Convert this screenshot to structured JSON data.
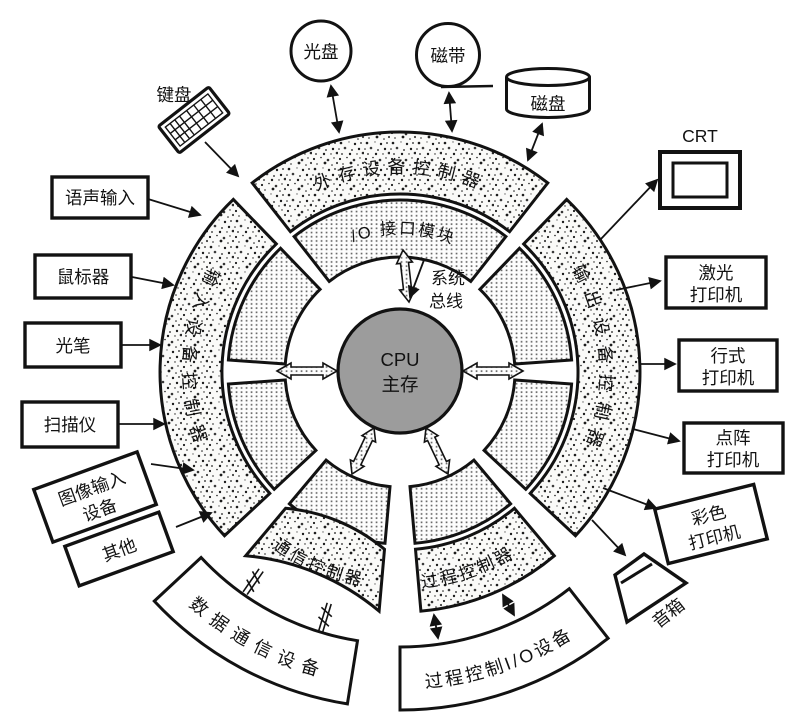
{
  "center": {
    "line1": "CPU",
    "line2": "主存"
  },
  "bus_label": {
    "line1": "系统",
    "line2": "总线"
  },
  "rings": {
    "io": "I/O 接口模块",
    "storage": "外存设备控制器",
    "input": "输入设备控制器",
    "output": "输出设备控制器",
    "comm": "通信控制器",
    "process": "过程控制器"
  },
  "outer_bands": {
    "datacomm": "数据通信设备",
    "process_io": "过程控制I/O设备"
  },
  "devices": {
    "cd": "光盘",
    "tape": "磁带",
    "disk": "磁盘",
    "keyboard": "键盘",
    "crt": "CRT",
    "speaker": "音箱",
    "voice": "语声输入",
    "mouse": "鼠标器",
    "lightpen": "光笔",
    "scanner": "扫描仪",
    "image_input": {
      "line1": "图像输入",
      "line2": "设备"
    },
    "other": "其他",
    "laser": {
      "line1": "激光",
      "line2": "打印机"
    },
    "line_printer": {
      "line1": "行式",
      "line2": "打印机"
    },
    "dot_matrix": {
      "line1": "点阵",
      "line2": "打印机"
    },
    "color_printer": {
      "line1": "彩色",
      "line2": "打印机"
    }
  },
  "icons": {
    "keyboard": "keyboard-icon",
    "crt": "crt-monitor-icon",
    "disk_cylinder": "disk-cylinder-icon",
    "cd_circle": "optical-disc-icon",
    "tape_circle": "tape-reel-icon",
    "speaker": "speaker-horn-icon"
  },
  "colors": {
    "cpu_fill": "#9c9c9c",
    "line": "#121212",
    "background": "#ffffff"
  }
}
